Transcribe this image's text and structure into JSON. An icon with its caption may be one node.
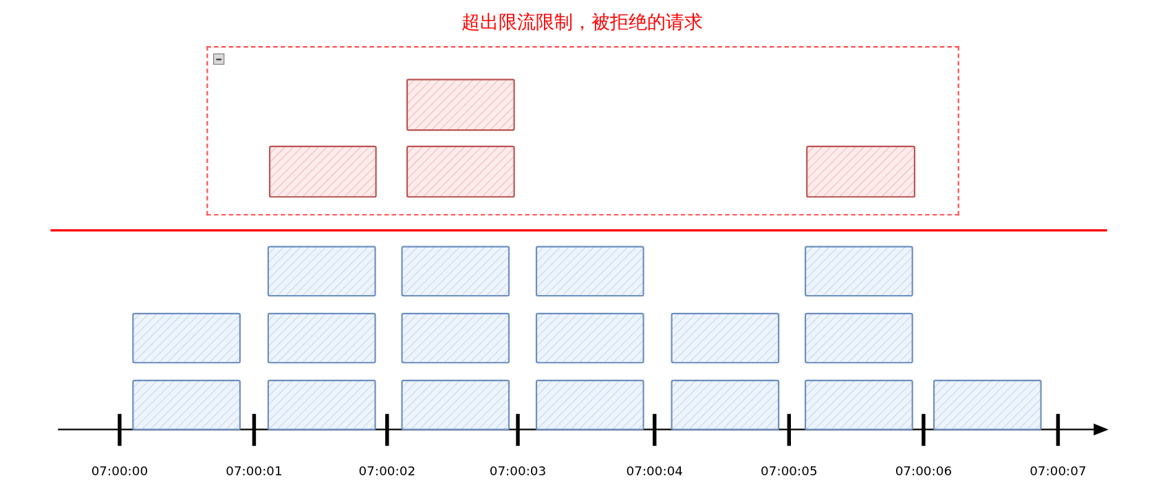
{
  "diagram": {
    "nodes": [
      {
        "text": [
          "超出限流限制，被拒绝的请求"
        ]
      },
      {
        "text": [],
        "shape": "box",
        "in": 0
      },
      {
        "text": [],
        "shape": "box",
        "in": 0
      },
      {
        "text": [],
        "shape": "box",
        "in": 0
      },
      {
        "text": [],
        "shape": "box",
        "in": 0
      },
      {
        "text": [],
        "shape": "box"
      },
      {
        "text": [],
        "shape": "box"
      },
      {
        "text": [],
        "shape": "box"
      },
      {
        "text": [],
        "shape": "box"
      },
      {
        "text": [],
        "shape": "box"
      },
      {
        "text": [],
        "shape": "box"
      },
      {
        "text": [],
        "shape": "box"
      },
      {
        "text": [],
        "shape": "box"
      },
      {
        "text": [],
        "shape": "box"
      },
      {
        "text": [],
        "shape": "box"
      },
      {
        "text": [],
        "shape": "box"
      },
      {
        "text": [],
        "shape": "box"
      },
      {
        "text": [],
        "shape": "box"
      },
      {
        "text": [],
        "shape": "box"
      },
      {
        "text": [],
        "shape": "box"
      },
      {
        "text": [],
        "shape": "box"
      },
      {
        "text": [],
        "shape": "box"
      }
    ],
    "labels": [
      "07:00:00",
      "07:00:01",
      "07:00:02",
      "07:00:03",
      "07:00:04",
      "07:00:05",
      "07:00:06",
      "07:00:07"
    ]
  }
}
